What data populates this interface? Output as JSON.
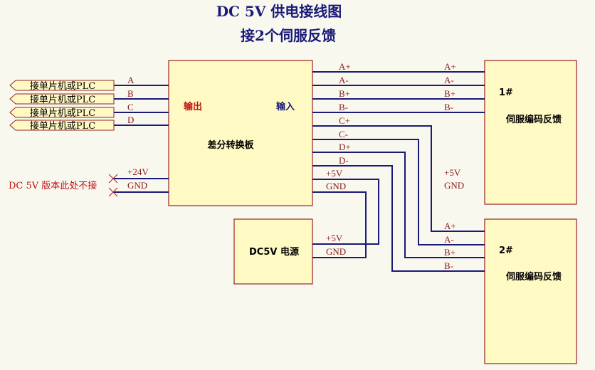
{
  "title": {
    "line1": "DC 5V 供电接线图",
    "line2": "接2个伺服反馈"
  },
  "connectors": [
    {
      "label": "接单片机或PLC",
      "signal": "A"
    },
    {
      "label": "接单片机或PLC",
      "signal": "B"
    },
    {
      "label": "接单片机或PLC",
      "signal": "C"
    },
    {
      "label": "接单片机或PLC",
      "signal": "D"
    }
  ],
  "converter": {
    "name": "差分转换板",
    "output_label": "输出",
    "input_label": "输入",
    "outputs": [
      "A+",
      "A-",
      "B+",
      "B-",
      "C+",
      "C-",
      "D+",
      "D-"
    ],
    "power_in": [
      "+24V",
      "GND"
    ],
    "power_out": [
      "+5V",
      "GND"
    ]
  },
  "note": "DC 5V 版本此处不接",
  "power_supply": {
    "name": "DC5V 电源",
    "pins": [
      "+5V",
      "GND"
    ]
  },
  "servo1": {
    "id": "1#",
    "name": "伺服编码反馈",
    "inputs": [
      "A+",
      "A-",
      "B+",
      "B-"
    ],
    "power": [
      "+5V",
      "GND"
    ]
  },
  "servo2": {
    "id": "2#",
    "name": "伺服编码反馈",
    "inputs": [
      "A+",
      "A-",
      "B+",
      "B-"
    ]
  }
}
